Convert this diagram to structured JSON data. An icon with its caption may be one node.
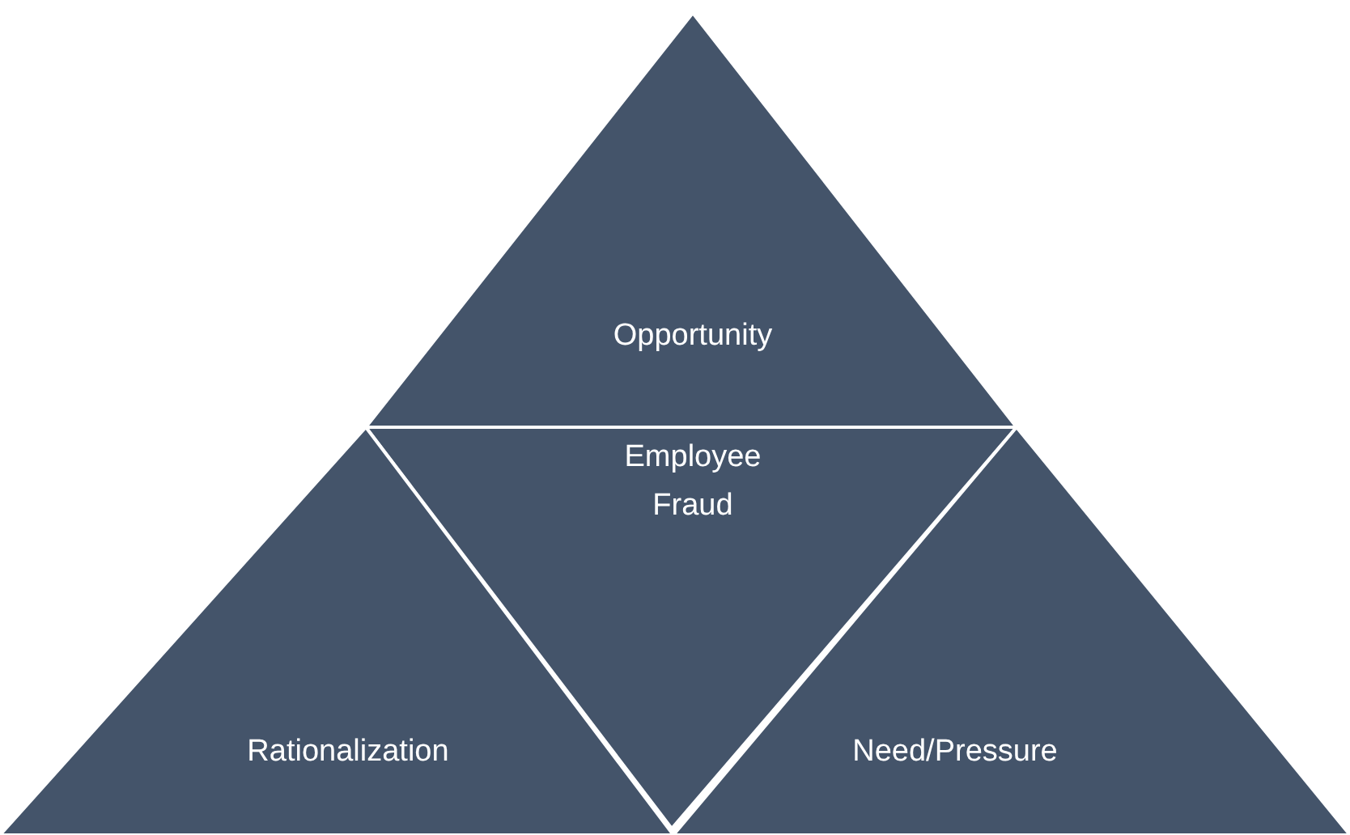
{
  "diagram": {
    "nodes": [
      {
        "text": [
          "Opportunity"
        ]
      },
      {
        "text": [
          "Employee Fraud"
        ]
      },
      {
        "text": [
          "Rationalization"
        ]
      },
      {
        "text": [
          "Need/Pressure"
        ]
      }
    ]
  }
}
